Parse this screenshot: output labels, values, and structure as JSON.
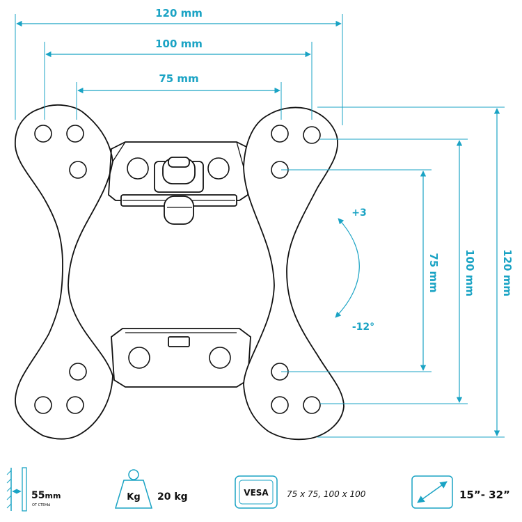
{
  "dimensions": {
    "h120": "120 mm",
    "h100": "100 mm",
    "h75": "75 mm",
    "v75": "75 mm",
    "v100": "100 mm",
    "v120": "120 mm"
  },
  "tilt": {
    "up": "+3",
    "down": "-12°"
  },
  "features": {
    "distance_value": "55",
    "distance_unit": "mm",
    "distance_note": "ОТ СТЕНЫ",
    "weight_unit": "Kg",
    "weight_value": "20 kg",
    "vesa_label": "VESA",
    "vesa_value": "75 x 75, 100 x 100",
    "size_value": "15”- 32”"
  },
  "colors": {
    "accent": "#1aa3c4",
    "line": "#111111"
  },
  "icons": [
    "wall-distance-icon",
    "weight-icon",
    "vesa-icon",
    "screen-size-icon"
  ]
}
